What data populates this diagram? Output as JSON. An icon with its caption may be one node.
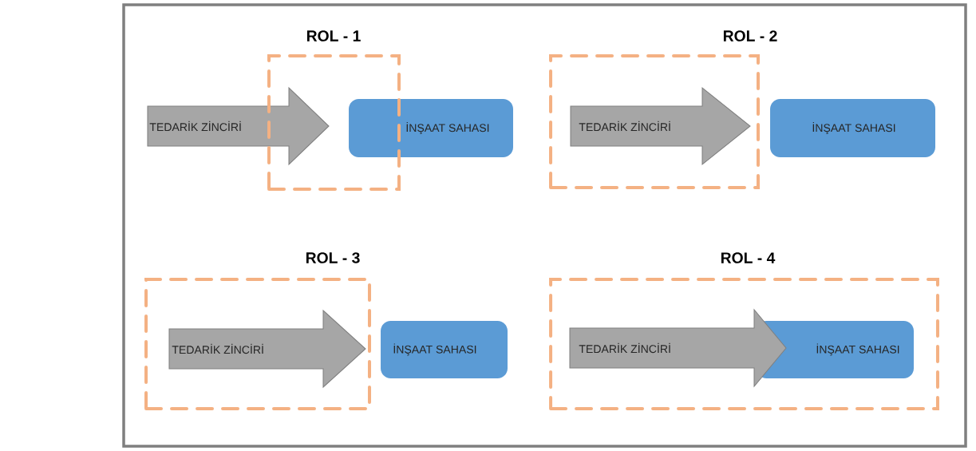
{
  "diagram": {
    "nodes": [
      {
        "text": [
          "ROL - 1"
        ]
      },
      {
        "text": [
          "TEDARİK ZİNCİRİ"
        ]
      },
      {
        "text": [
          "İNŞAAT SAHASI"
        ]
      },
      {
        "text": [
          "ROL - 2"
        ]
      },
      {
        "text": [
          "TEDARİK ZİNCİRİ"
        ],
        "in": 3
      },
      {
        "text": [
          "İNŞAAT SAHASI"
        ]
      },
      {
        "text": [
          "ROL - 3"
        ]
      },
      {
        "text": [
          "TEDARİK ZİNCİRİ"
        ],
        "in": 6
      },
      {
        "text": [
          "İNŞAAT SAHASI"
        ]
      },
      {
        "text": [
          "ROL - 4"
        ]
      },
      {
        "text": [
          "TEDARİK ZİNCİRİ"
        ],
        "in": 9
      },
      {
        "text": [
          "İNŞAAT SAHASI"
        ],
        "in": 9
      }
    ]
  }
}
